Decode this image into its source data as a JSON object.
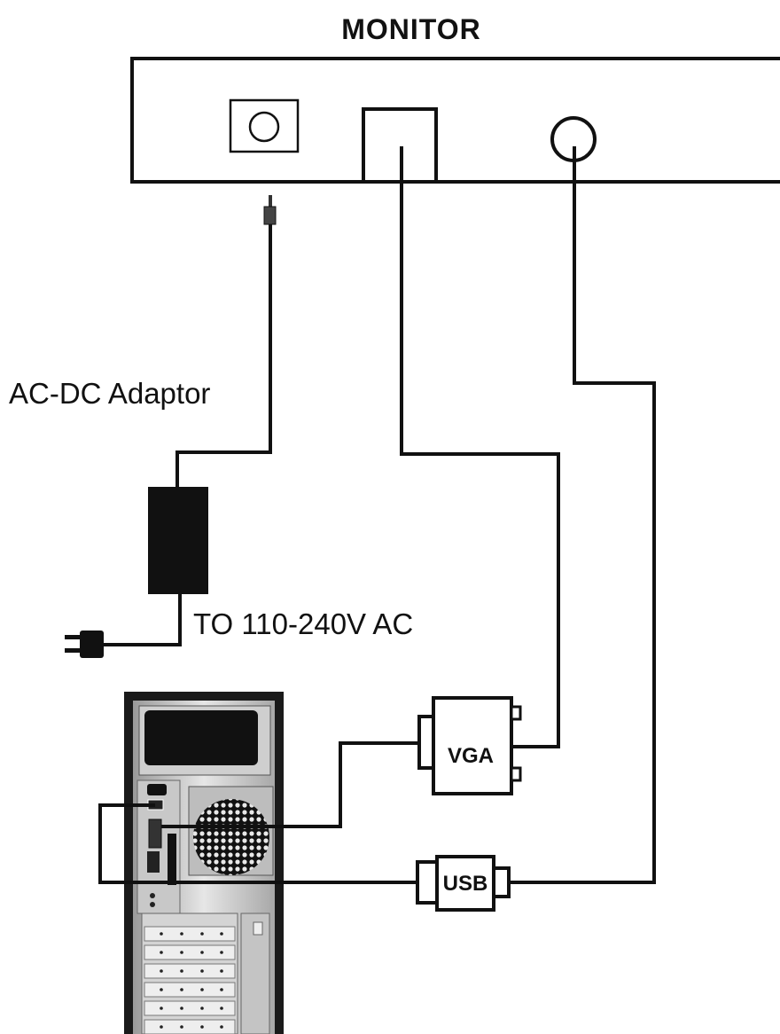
{
  "diagram": {
    "title": "MONITOR",
    "labels": {
      "adaptor": "AC-DC Adaptor",
      "ac_input": "TO 110-240V AC",
      "vga": "VGA",
      "usb": "USB"
    },
    "colors": {
      "line": "#111111",
      "adaptor_body": "#111111",
      "pc_case": "#1a1a1a",
      "pc_panel": "#d8d8d8",
      "background": "#ffffff"
    }
  }
}
